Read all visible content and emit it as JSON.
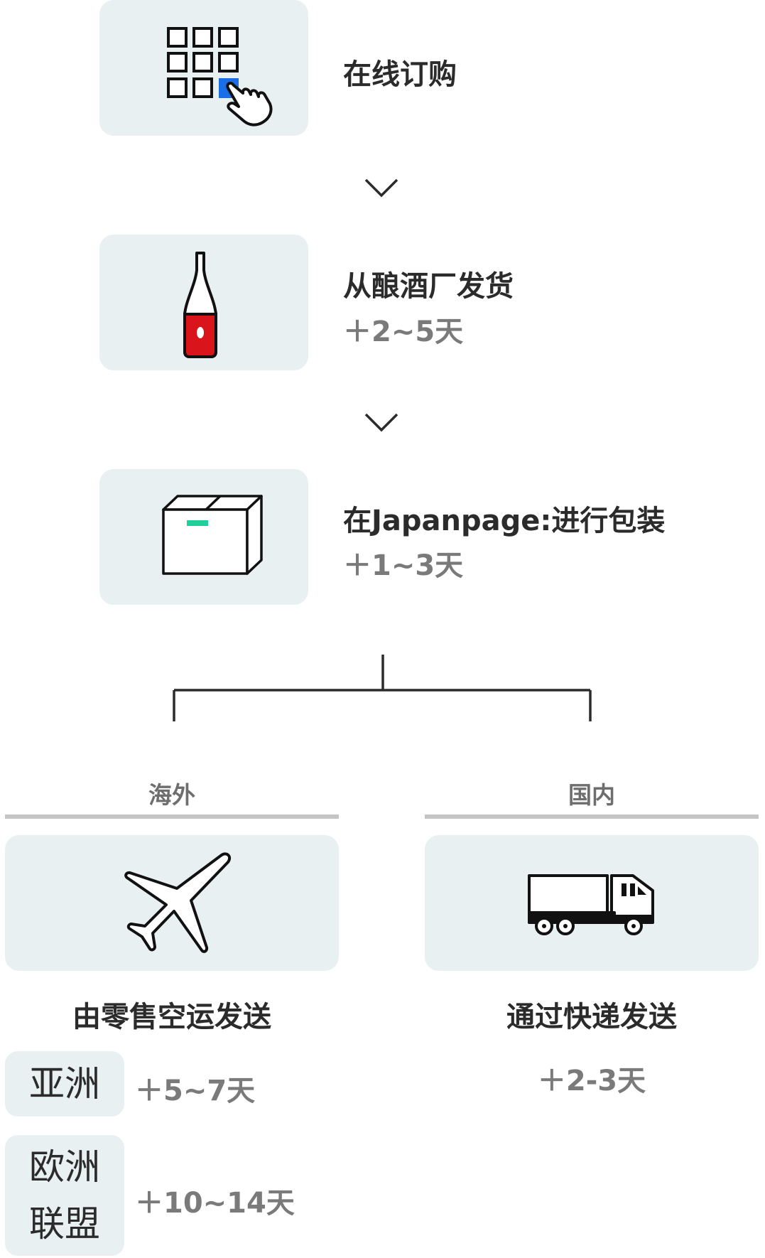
{
  "steps": [
    {
      "title": "在线订购",
      "icon": "click-order-icon"
    },
    {
      "title": "从酿酒厂发货",
      "days": "＋2~5天",
      "icon": "sake-bottle-icon"
    },
    {
      "title": "在Japanpage:进行包装",
      "days": "＋1~3天",
      "icon": "package-box-icon"
    }
  ],
  "overseas": {
    "label": "海外",
    "icon": "airplane-icon",
    "method": "由零售空运发送",
    "regions": [
      {
        "name": "亚洲",
        "days": "＋5~7天"
      },
      {
        "name_line1": "欧洲",
        "name_line2": "联盟",
        "days": "＋10~14天"
      }
    ]
  },
  "domestic": {
    "label": "国内",
    "icon": "truck-icon",
    "method": "通过快递发送",
    "days": "＋2-3天"
  },
  "colors": {
    "tile_bg": "#e9f0f2",
    "accent_blue": "#1a6fe8",
    "bottle_red": "#d9141b",
    "box_tape_green": "#1ecf9a",
    "rule_gray": "#c4c4c4"
  }
}
